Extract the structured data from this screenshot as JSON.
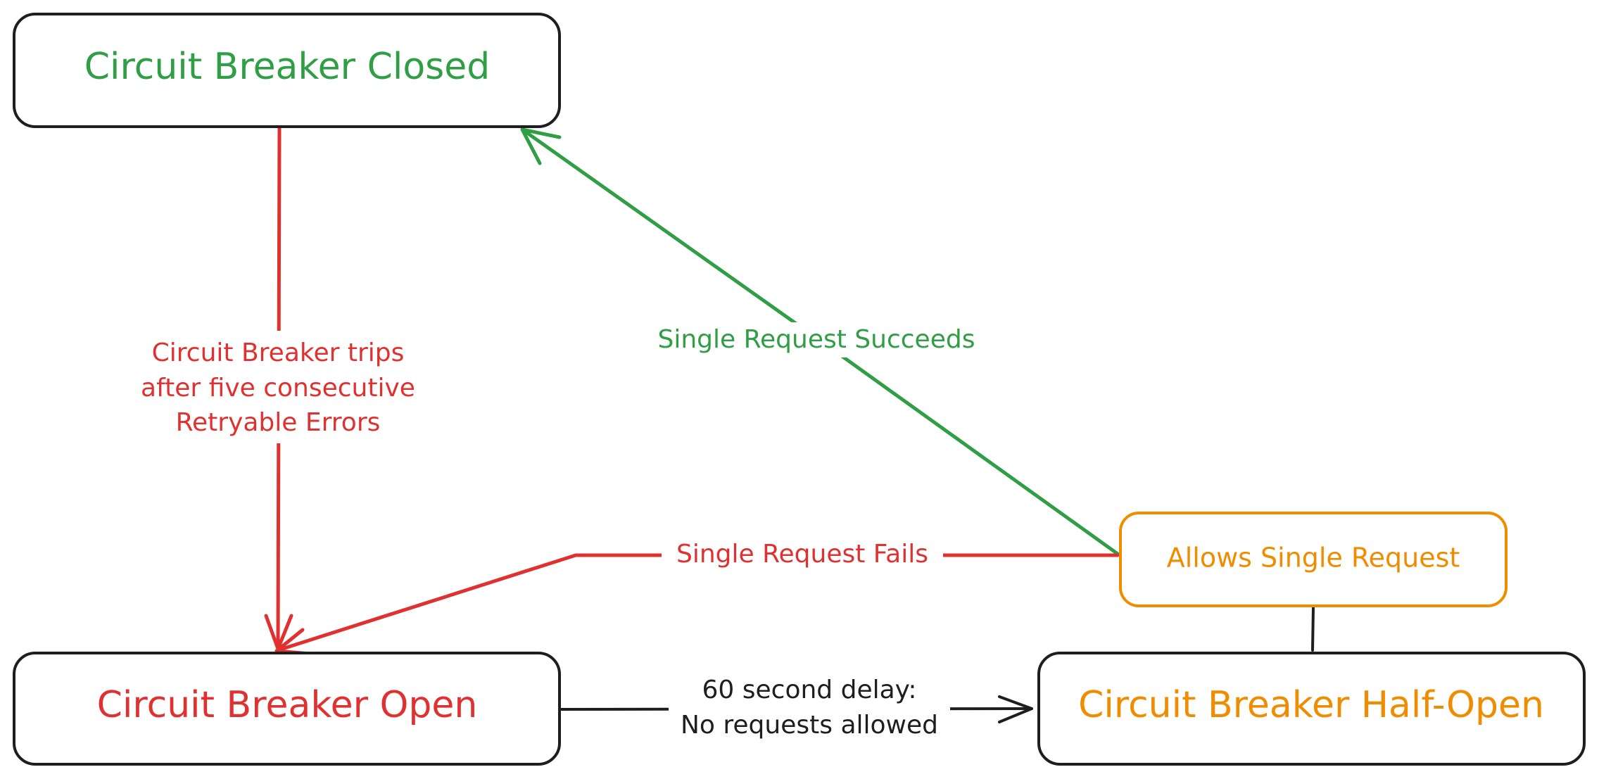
{
  "colors": {
    "closed": "#2f9e44",
    "open": "#e03131",
    "half_open": "#f08c00",
    "neutral": "#1e1e1e"
  },
  "states": {
    "closed": "Circuit Breaker Closed",
    "open": "Circuit Breaker Open",
    "half_open": "Circuit Breaker Half-Open"
  },
  "note": {
    "allows_single_request": "Allows Single Request"
  },
  "transitions": {
    "trip": {
      "line1": "Circuit Breaker trips",
      "line2": "after five consecutive",
      "line3": "Retryable Errors"
    },
    "delay": {
      "line1": "60 second delay:",
      "line2": "No requests allowed"
    },
    "success": "Single Request Succeeds",
    "failure": "Single Request Fails"
  }
}
